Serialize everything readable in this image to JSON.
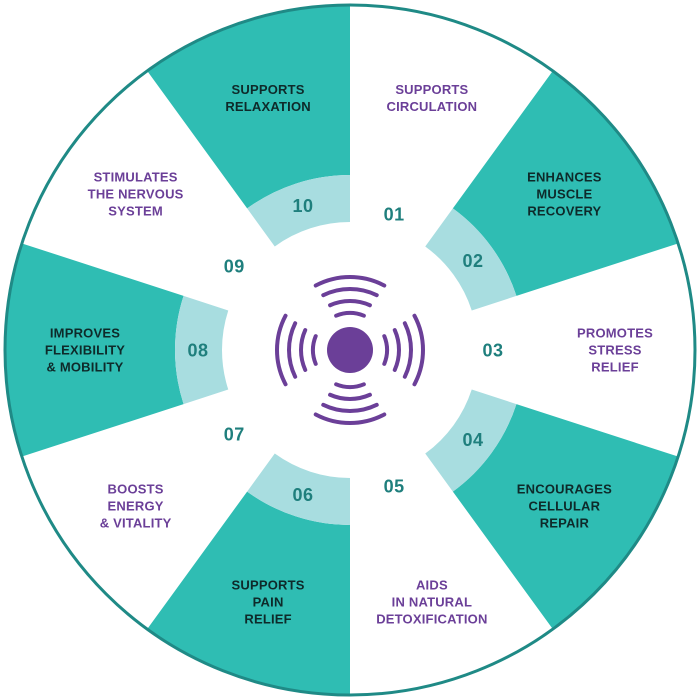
{
  "colors": {
    "teal": "#2fbdb3",
    "light_teal": "#a8dde0",
    "dark_teal": "#1f7f7d",
    "purple": "#6b3f98",
    "outline": "#1f8a86",
    "white": "#ffffff"
  },
  "center_icon": "sound-waves-icon",
  "segments": [
    {
      "number": "01",
      "lines": [
        "SUPPORTS",
        "CIRCULATION"
      ],
      "filled": false
    },
    {
      "number": "02",
      "lines": [
        "ENHANCES",
        "MUSCLE",
        "RECOVERY"
      ],
      "filled": true
    },
    {
      "number": "03",
      "lines": [
        "PROMOTES",
        "STRESS",
        "RELIEF"
      ],
      "filled": false
    },
    {
      "number": "04",
      "lines": [
        "ENCOURAGES",
        "CELLULAR",
        "REPAIR"
      ],
      "filled": true
    },
    {
      "number": "05",
      "lines": [
        "AIDS",
        "IN NATURAL",
        "DETOXIFICATION"
      ],
      "filled": false
    },
    {
      "number": "06",
      "lines": [
        "SUPPORTS",
        "PAIN",
        "RELIEF"
      ],
      "filled": true
    },
    {
      "number": "07",
      "lines": [
        "BOOSTS",
        "ENERGY",
        "& VITALITY"
      ],
      "filled": false
    },
    {
      "number": "08",
      "lines": [
        "IMPROVES",
        "FLEXIBILITY",
        "& MOBILITY"
      ],
      "filled": true
    },
    {
      "number": "09",
      "lines": [
        "STIMULATES",
        "THE NERVOUS",
        "SYSTEM"
      ],
      "filled": false
    },
    {
      "number": "10",
      "lines": [
        "SUPPORTS",
        "RELAXATION"
      ],
      "filled": true
    }
  ]
}
